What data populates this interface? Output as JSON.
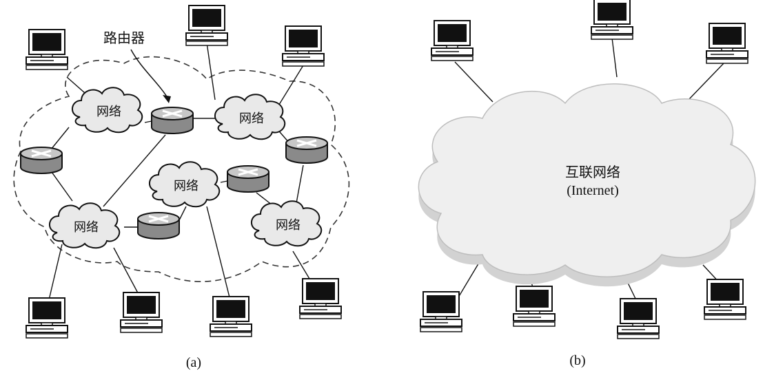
{
  "panel_a": {
    "caption": "(a)",
    "router_annotation": "路由器",
    "network_label": "网络"
  },
  "panel_b": {
    "caption": "(b)",
    "internet_label_cn": "互联网络",
    "internet_label_en": "(Internet)"
  }
}
